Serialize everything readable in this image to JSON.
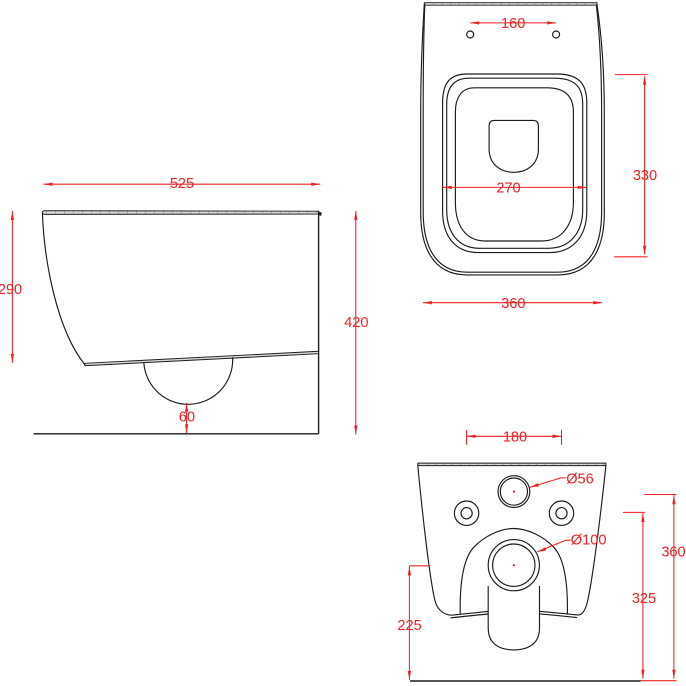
{
  "document": {
    "type": "technical dimension drawing",
    "subject": "wall-hung toilet, three orthographic views",
    "background": "#ffffff"
  },
  "colors": {
    "dimension": "#ee2222",
    "geometry": "#1c1c1c",
    "edge_fill": "#d8d8d8"
  },
  "views": {
    "side": {
      "label": "side view",
      "dims": {
        "depth": "525",
        "front_height": "290",
        "total_height": "420",
        "trap_clearance": "60"
      }
    },
    "top": {
      "label": "top view",
      "dims": {
        "hole_spacing": "160",
        "bowl_width": "270",
        "seat_length": "330",
        "overall_width": "360"
      }
    },
    "back": {
      "label": "back view",
      "dims": {
        "hole_spacing": "180",
        "inlet_diameter": "Ø56",
        "outlet_diameter": "Ø100",
        "outlet_height": "225",
        "hole_height": "325",
        "inlet_height": "360"
      }
    }
  }
}
